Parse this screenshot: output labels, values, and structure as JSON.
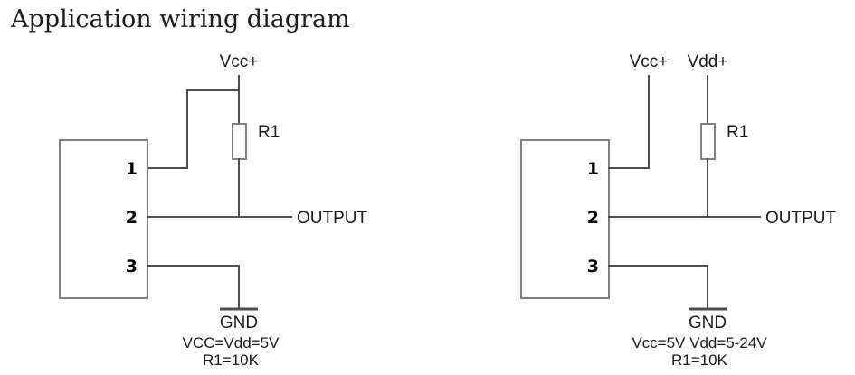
{
  "title": "Application wiring diagram",
  "colors": {
    "background": "#ffffff",
    "wire": "#4d4d4d",
    "outline": "#808080",
    "text": "#1a1a1a",
    "pin_text": "#000000"
  },
  "circuits": [
    {
      "id": "left",
      "name": "single-supply-circuit",
      "chip": {
        "name": "sensor-body",
        "pins": [
          {
            "number": "1",
            "function": "supply"
          },
          {
            "number": "2",
            "function": "output"
          },
          {
            "number": "3",
            "function": "ground"
          }
        ]
      },
      "rails": [
        {
          "name": "vcc-rail",
          "label": "Vcc+"
        }
      ],
      "resistor": {
        "name": "pullup-resistor",
        "label": "R1"
      },
      "output": {
        "name": "output-terminal",
        "label": "OUTPUT"
      },
      "ground": {
        "name": "ground-symbol",
        "label": "GND"
      },
      "caption": [
        "VCC=Vdd=5V",
        "R1=10K"
      ]
    },
    {
      "id": "right",
      "name": "dual-supply-circuit",
      "chip": {
        "name": "sensor-body",
        "pins": [
          {
            "number": "1",
            "function": "supply"
          },
          {
            "number": "2",
            "function": "output"
          },
          {
            "number": "3",
            "function": "ground"
          }
        ]
      },
      "rails": [
        {
          "name": "vcc-rail",
          "label": "Vcc+"
        },
        {
          "name": "vdd-rail",
          "label": "Vdd+"
        }
      ],
      "resistor": {
        "name": "pullup-resistor",
        "label": "R1"
      },
      "output": {
        "name": "output-terminal",
        "label": "OUTPUT"
      },
      "ground": {
        "name": "ground-symbol",
        "label": "GND"
      },
      "caption": [
        "Vcc=5V  Vdd=5-24V",
        "R1=10K"
      ]
    }
  ]
}
